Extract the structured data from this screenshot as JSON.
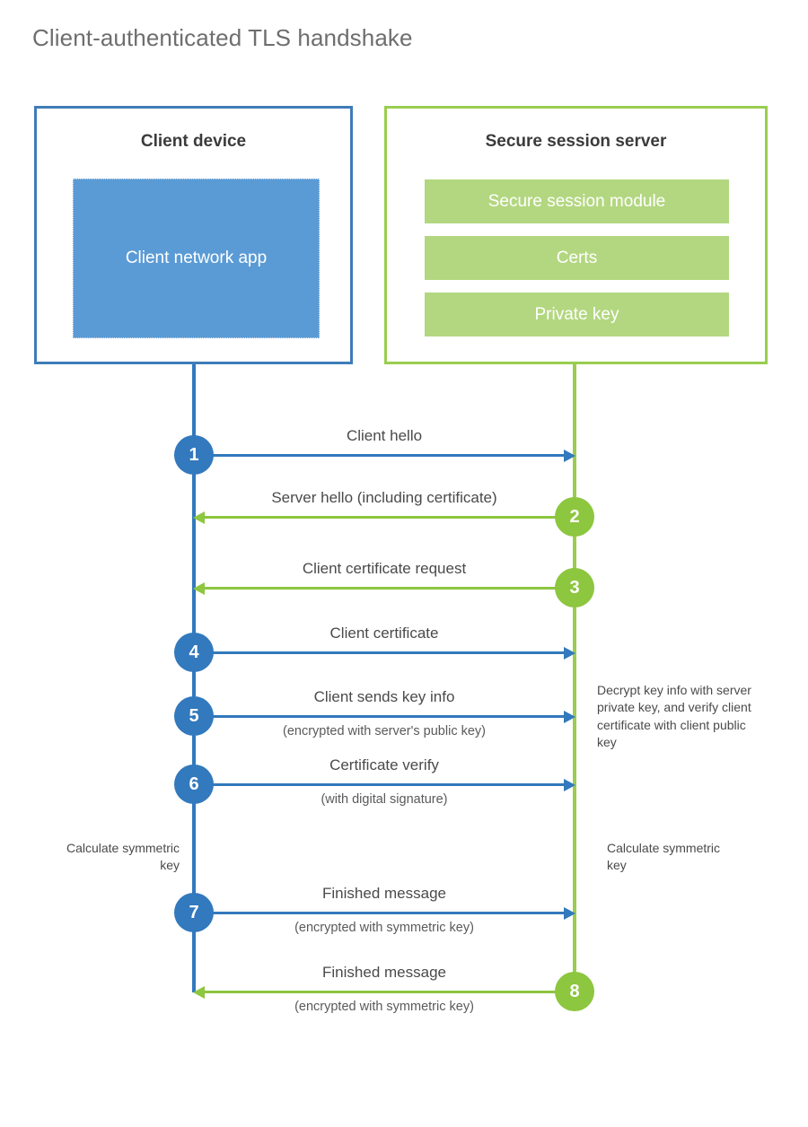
{
  "title": "Client-authenticated TLS handshake",
  "colors": {
    "client_blue": "#3279bd",
    "client_box_border": "#3f7cb8",
    "client_app_fill": "#5b9bd5",
    "server_green": "#8dc63f",
    "server_box_border": "#9acd4f",
    "server_bar_fill": "#b3d780",
    "title_gray": "#6e6e6e",
    "text_gray": "#4a4a4a",
    "background": "#ffffff"
  },
  "client": {
    "title": "Client device",
    "app_label": "Client network app"
  },
  "server": {
    "title": "Secure session server",
    "components": [
      "Secure session module",
      "Certs",
      "Private key"
    ]
  },
  "messages": [
    {
      "step": "1",
      "label": "Client hello",
      "sublabel": "",
      "direction": "client-to-server"
    },
    {
      "step": "2",
      "label": "Server hello (including certificate)",
      "sublabel": "",
      "direction": "server-to-client"
    },
    {
      "step": "3",
      "label": "Client certificate request",
      "sublabel": "",
      "direction": "server-to-client"
    },
    {
      "step": "4",
      "label": "Client certificate",
      "sublabel": "",
      "direction": "client-to-server"
    },
    {
      "step": "5",
      "label": "Client sends key info",
      "sublabel": "(encrypted with server's public key)",
      "direction": "client-to-server"
    },
    {
      "step": "6",
      "label": "Certificate verify",
      "sublabel": "(with digital signature)",
      "direction": "client-to-server"
    },
    {
      "step": "7",
      "label": "Finished message",
      "sublabel": "(encrypted with symmetric key)",
      "direction": "client-to-server"
    },
    {
      "step": "8",
      "label": "Finished message",
      "sublabel": "(encrypted with symmetric key)",
      "direction": "server-to-client"
    }
  ],
  "notes": {
    "server_decrypt": "Decrypt key info with server private key, and verify client certificate with client public key",
    "client_symmetric": "Calculate symmetric key",
    "server_symmetric": "Calculate symmetric key"
  }
}
